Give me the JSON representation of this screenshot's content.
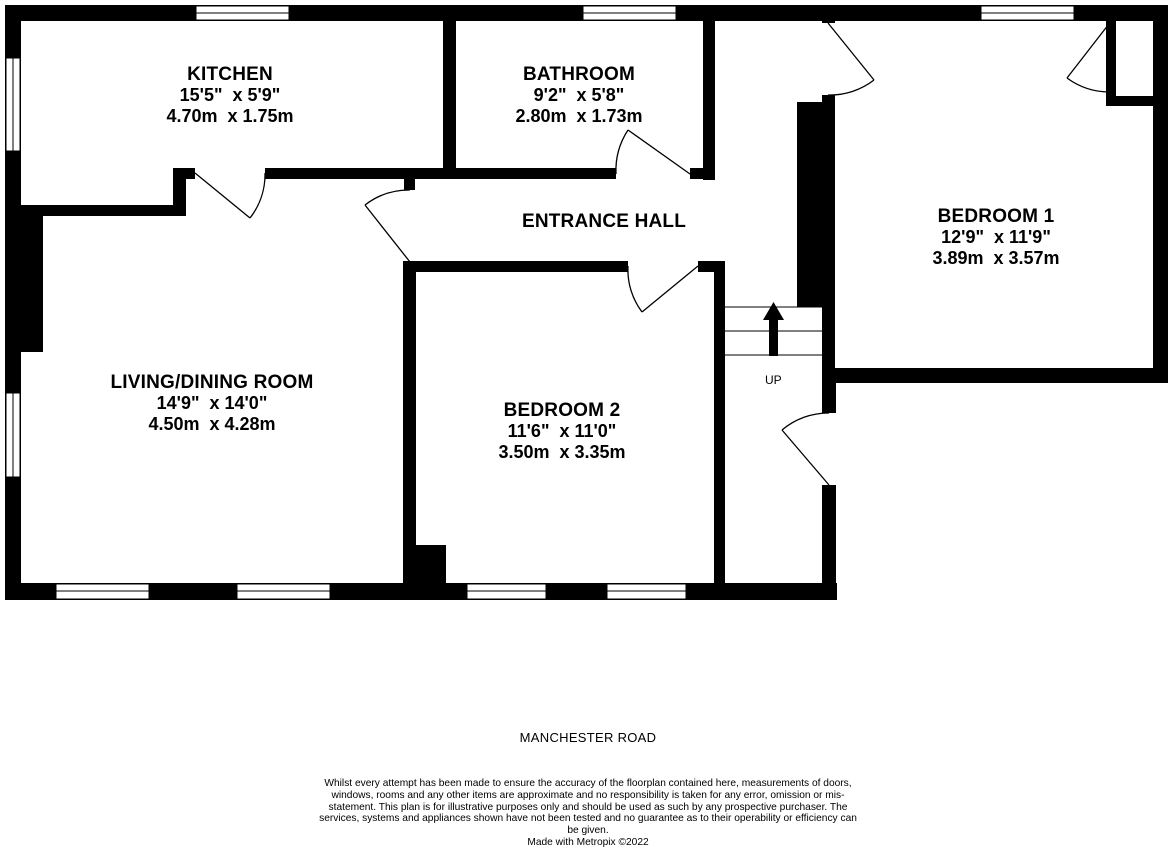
{
  "rooms": {
    "kitchen": {
      "name": "KITCHEN",
      "imperial": "15'5\"  x 5'9\"",
      "metric": "4.70m  x 1.75m"
    },
    "bathroom": {
      "name": "BATHROOM",
      "imperial": "9'2\"  x 5'8\"",
      "metric": "2.80m  x 1.73m"
    },
    "entrance_hall": {
      "name": "ENTRANCE HALL"
    },
    "bedroom1": {
      "name": "BEDROOM 1",
      "imperial": "12'9\"  x 11'9\"",
      "metric": "3.89m  x 3.57m"
    },
    "living": {
      "name": "LIVING/DINING ROOM",
      "imperial": "14'9\"  x 14'0\"",
      "metric": "4.50m  x 4.28m"
    },
    "bedroom2": {
      "name": "BEDROOM 2",
      "imperial": "11'6\"  x 11'0\"",
      "metric": "3.50m  x 3.35m"
    }
  },
  "stairs_label": "UP",
  "road": "MANCHESTER ROAD",
  "disclaimer": "Whilst every attempt has been made to ensure the accuracy of the floorplan contained here, measurements of doors, windows, rooms and any other items are approximate and no responsibility is taken for any error, omission or mis-statement. This plan is for illustrative purposes only and should be used as such by any prospective purchaser. The services, systems and appliances shown have not been tested and no guarantee as to their operability or efficiency can be given.",
  "credit": "Made with Metropix ©2022",
  "colors": {
    "wall": "#000000",
    "background": "#ffffff"
  }
}
